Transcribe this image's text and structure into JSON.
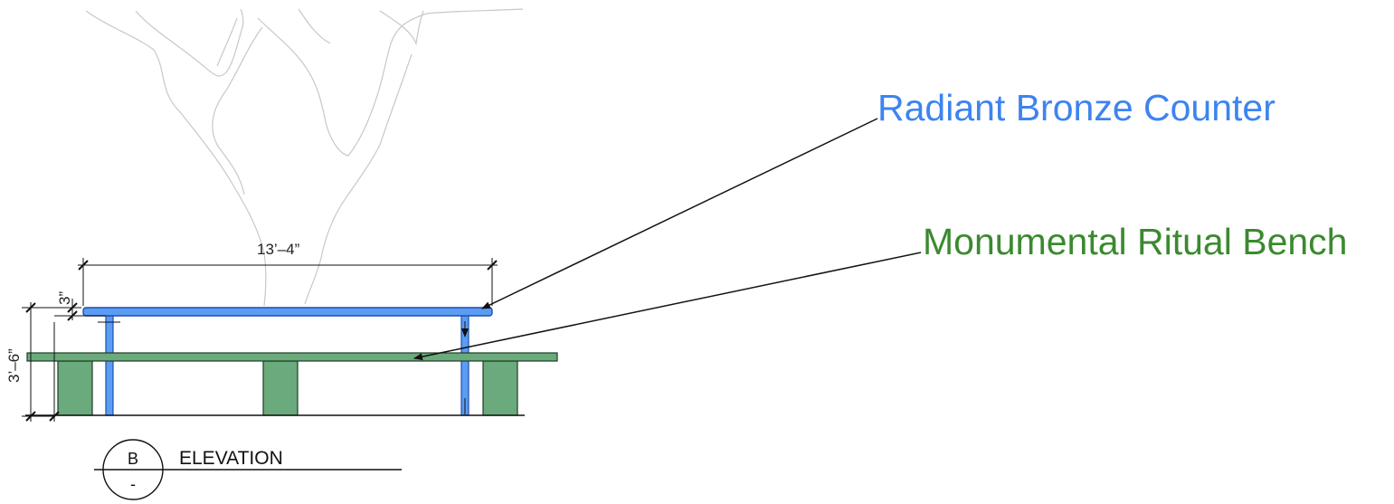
{
  "dimensions": {
    "overall_length": "13’–4”",
    "overall_height": "3’–6”",
    "counter_thickness": "3”"
  },
  "callouts": {
    "counter": "Radiant Bronze Counter",
    "bench": "Monumental Ritual Bench"
  },
  "view_tag": {
    "letter": "B",
    "sheet": "-",
    "title": "ELEVATION"
  },
  "colors": {
    "counter_fill": "#5b9cf5",
    "counter_stroke": "#1f4fa8",
    "bench_fill": "#6aaa7c",
    "bench_stroke": "#1e3d24",
    "callout_blue": "#3d84f0",
    "callout_green": "#3a8a2e",
    "tree_line": "#c8c8c8"
  }
}
